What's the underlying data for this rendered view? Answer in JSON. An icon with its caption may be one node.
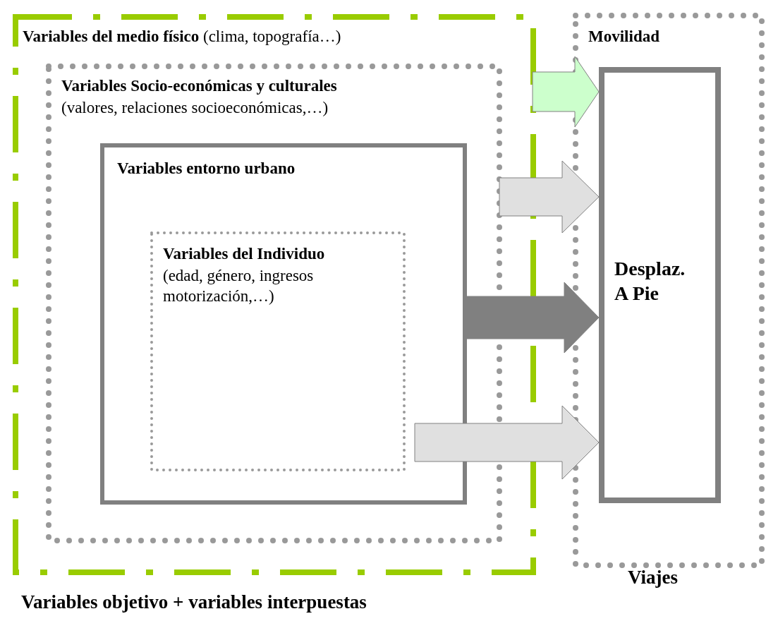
{
  "diagram": {
    "nodes": [
      {
        "text": [
          "**Variables del medio físico** (clima, topografía…)"
        ]
      },
      {
        "text": [
          "Variables Socio-económicas y culturales",
          "(valores, relaciones socioeconómicas,…)"
        ],
        "in": 0
      },
      {
        "text": [
          "Variables entorno urbano"
        ],
        "in": 1
      },
      {
        "text": [
          "Variables del Individuo",
          "(edad, género, ingresos motorización,…)"
        ],
        "in": 2
      },
      {
        "text": [
          "Movilidad"
        ],
        "beside": [
          "Viajes"
        ]
      },
      {
        "text": [
          "Desplaz. A Pie"
        ],
        "in": 4
      }
    ],
    "edges": [
      {
        "from": 0,
        "to": 5,
        "arrow": "to",
        "color": "#ccffcc"
      },
      {
        "from": 1,
        "to": 5,
        "arrow": "to"
      },
      {
        "from": 2,
        "to": 5,
        "arrow": "to",
        "style": "thick",
        "color": "#808080"
      },
      {
        "from": 3,
        "to": 5,
        "arrow": "to"
      }
    ],
    "labels": [
      "Variables objetivo + variables interpuestas"
    ]
  }
}
